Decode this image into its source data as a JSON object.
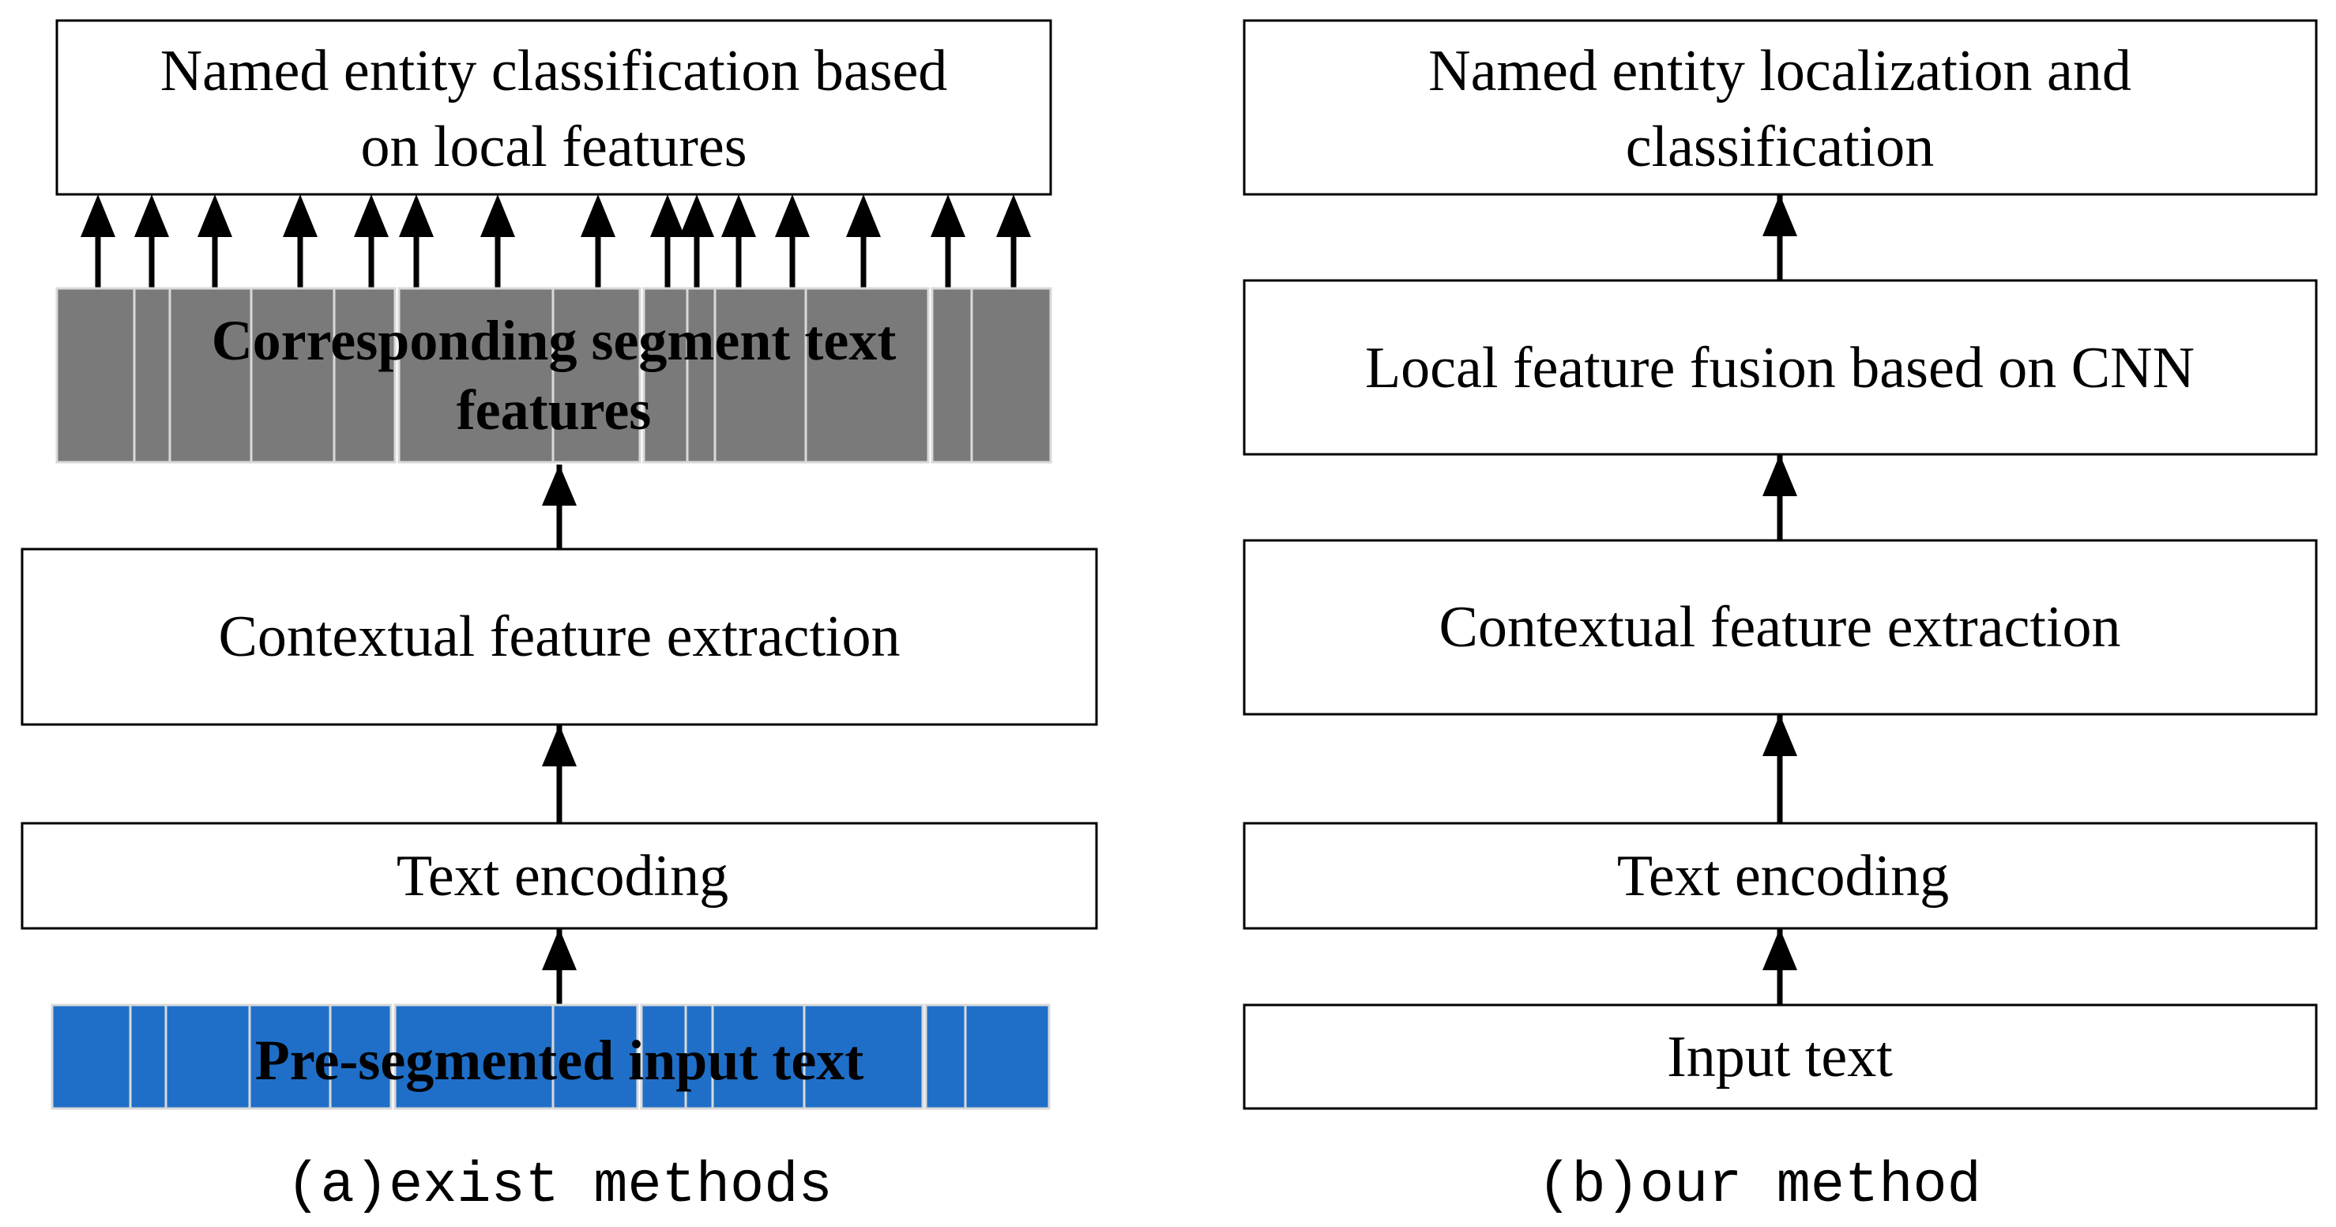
{
  "panel_a": {
    "top_box": {
      "line1": "Named entity classification based",
      "line2": "on local features"
    },
    "segment_features": {
      "line1": "Corresponding segment text",
      "line2": "features"
    },
    "context_box": {
      "label": "Contextual feature extraction"
    },
    "encoding_box": {
      "label": "Text encoding"
    },
    "input_segments": {
      "label": "Pre-segmented input text"
    },
    "caption": "(a)exist methods"
  },
  "panel_b": {
    "top_box": {
      "line1": "Named entity localization and",
      "line2": "classification"
    },
    "fusion_box": {
      "label": "Local feature fusion based on CNN"
    },
    "context_box": {
      "label": "Contextual feature extraction"
    },
    "encoding_box": {
      "label": "Text encoding"
    },
    "input_box": {
      "label": "Input text"
    },
    "caption": "(b)our method"
  },
  "colors": {
    "segment_gray": "#7a7a7a",
    "segment_blue": "#1f6fc8",
    "outline": "#000000"
  },
  "icons": {
    "arrow": "up-arrow-icon"
  }
}
